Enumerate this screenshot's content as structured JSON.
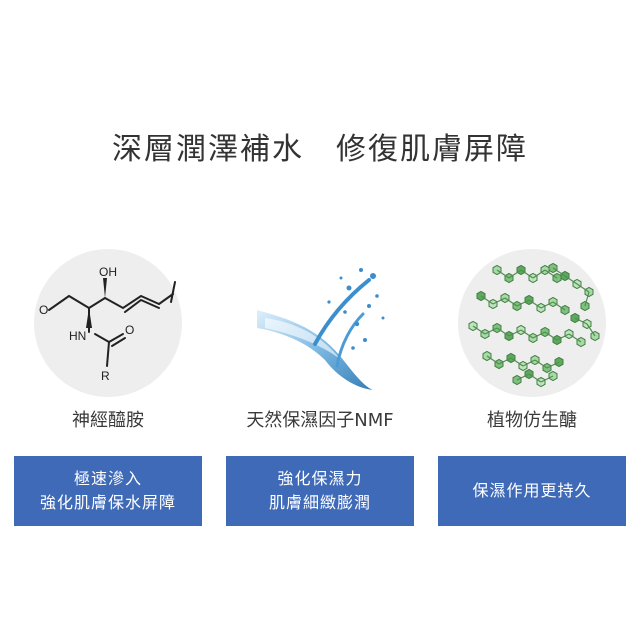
{
  "headline": "深層潤澤補水　修復肌膚屏障",
  "columns": [
    {
      "illustration": "ceramide-molecule",
      "molecule_labels": {
        "oh": "OH",
        "o_left": "O",
        "hn": "HN",
        "o_right": "O",
        "r": "R"
      },
      "label": "神經醯胺",
      "tag_lines": [
        "極速滲入",
        "強化肌膚保水屏障"
      ]
    },
    {
      "illustration": "water-splash",
      "label": "天然保濕因子NMF",
      "tag_lines": [
        "強化保濕力",
        "肌膚細緻膨潤"
      ]
    },
    {
      "illustration": "polysaccharide-chains",
      "label": "植物仿生醣",
      "tag_lines": [
        "保濕作用更持久"
      ]
    }
  ],
  "colors": {
    "tag_bg": "#3f6ab8",
    "circle_bg": "#eeeeee",
    "green": "#4f9a4f"
  }
}
